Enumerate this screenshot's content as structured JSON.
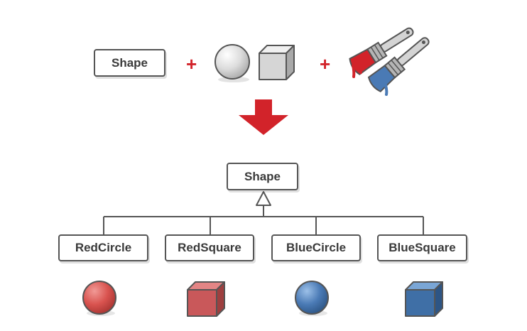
{
  "top_row": {
    "shape_label": "Shape",
    "plus_1": "+",
    "plus_2": "+",
    "plus_color": "#d2232a"
  },
  "arrow_color": "#d2232a",
  "hierarchy": {
    "parent_label": "Shape",
    "children": [
      {
        "label": "RedCircle",
        "kind": "circle",
        "color": "#d9534f"
      },
      {
        "label": "RedSquare",
        "kind": "cube",
        "color": "#c9585a"
      },
      {
        "label": "BlueCircle",
        "kind": "circle",
        "color": "#4a7ab5"
      },
      {
        "label": "BlueSquare",
        "kind": "cube",
        "color": "#3f6fa6"
      }
    ]
  },
  "icons": {
    "plain_circle": "gray-sphere-icon",
    "plain_cube": "gray-cube-icon",
    "red_brush": "red-paintbrush-icon",
    "blue_brush": "blue-paintbrush-icon"
  }
}
